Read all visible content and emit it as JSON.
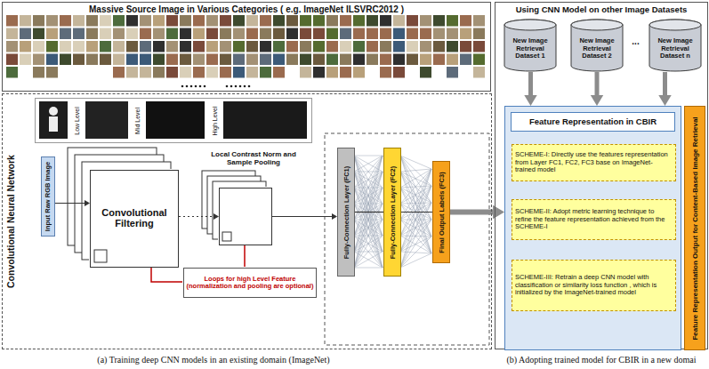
{
  "diagram": {
    "nodes": [
      {
        "text": [
          "Massive Source Image in Various Categories ( e.g. ImageNet ILSVRC2012 )"
        ]
      },
      {
        "text": [
          "Convolutional Neural Network"
        ]
      },
      {
        "text": [
          "Low Level",
          "Mid Level",
          "High Level"
        ],
        "in": 1
      },
      {
        "text": [
          "Input Raw RGB Image"
        ],
        "in": 1
      },
      {
        "text": [
          "Convolutional Filtering"
        ],
        "in": 1
      },
      {
        "text": [
          "Local Contrast Norm and Sample Pooling"
        ],
        "in": 1
      },
      {
        "text": [
          "Loops for high Level Feature (normalization and pooling are optional)"
        ],
        "in": 1
      },
      {
        "text": [
          "Fully-Connection Layer (FC1)"
        ],
        "in": 1
      },
      {
        "text": [
          "Fully-Connection Layer (FC2)"
        ],
        "in": 1
      },
      {
        "text": [
          "Final Output Labels (FC3)"
        ],
        "in": 1
      },
      {
        "text": [
          "Using CNN Model on other Image Datasets"
        ]
      },
      {
        "text": [
          "New Image Retrieval Dataset 1"
        ],
        "in": 10
      },
      {
        "text": [
          "New Image Retrieval Dataset 2"
        ],
        "in": 10
      },
      {
        "text": [
          "New Image Retrieval Dataset n"
        ],
        "in": 10
      },
      {
        "text": [
          "Feature Representation in CBIR"
        ],
        "in": 10
      },
      {
        "text": [
          "SCHEME-I: Directly use the features representation from Layer FC1, FC2, FC3 base on ImageNet-trained model"
        ],
        "in": 14
      },
      {
        "text": [
          "SCHEME-II: Adopt metric learning technique to refine the feature representation achieved from the SCHEME-I"
        ],
        "in": 14
      },
      {
        "text": [
          "SCHEME-III: Retrain a deep CNN model with classification or similarity loss function , which is initialized by the ImageNet-trained model"
        ],
        "in": 14
      },
      {
        "text": [
          "Feature Representation Output for Content-Based Image Retrieval"
        ],
        "in": 10
      }
    ],
    "edges": [
      {
        "from": 3,
        "to": 4,
        "arrow": "to"
      },
      {
        "from": 4,
        "to": 5,
        "arrow": "to"
      },
      {
        "from": 5,
        "to": 7,
        "arrow": "to"
      },
      {
        "from": 7,
        "to": 8,
        "arrow": "none"
      },
      {
        "from": 8,
        "to": 9,
        "arrow": "none"
      },
      {
        "from": 9,
        "to": 14,
        "arrow": "to"
      },
      {
        "from": 11,
        "to": 14,
        "arrow": "to"
      },
      {
        "from": 12,
        "to": 14,
        "arrow": "to"
      },
      {
        "from": 13,
        "to": 14,
        "arrow": "to"
      }
    ],
    "labels": [
      "...",
      "(a) Training deep CNN models in an existing domain (ImageNet)",
      "(b) Adopting trained model for CBIR in a new domai"
    ]
  }
}
